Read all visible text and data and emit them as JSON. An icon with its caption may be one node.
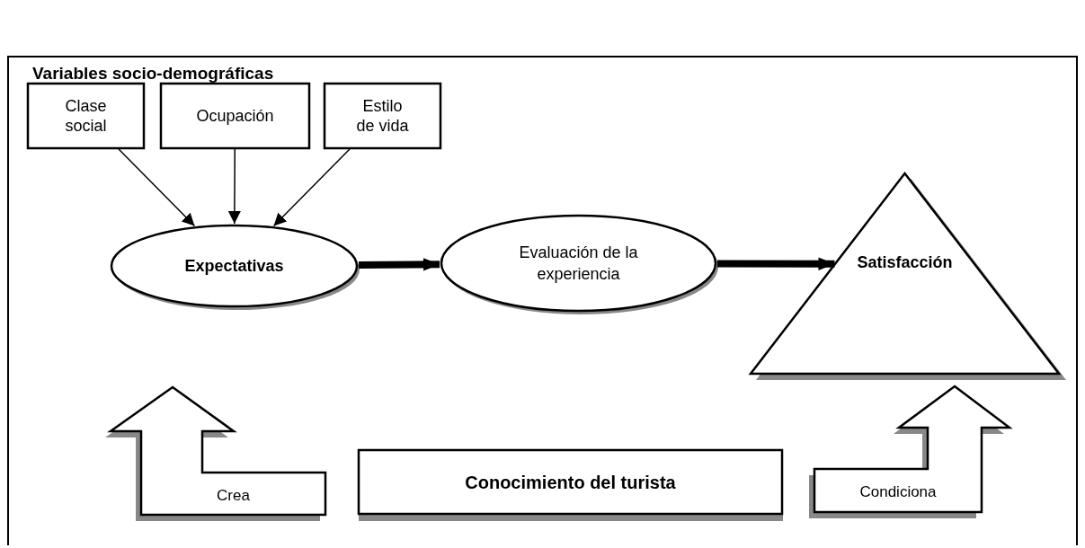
{
  "diagram": {
    "nodes": [
      {
        "text": [
          "Clase social"
        ]
      },
      {
        "text": [
          "Ocupación"
        ]
      },
      {
        "text": [
          "Estilo de vida"
        ]
      },
      {
        "text": [
          "Expectativas"
        ]
      },
      {
        "text": [
          "Evaluación de la experiencia"
        ]
      },
      {
        "text": [
          "Satisfacción"
        ]
      },
      {
        "text": [
          "Crea"
        ]
      },
      {
        "text": [
          "Conocimiento del turista"
        ]
      },
      {
        "text": [
          "Condiciona"
        ]
      }
    ],
    "edges": [
      {
        "from": 0,
        "to": 3,
        "arrow": "to"
      },
      {
        "from": 1,
        "to": 3,
        "arrow": "to"
      },
      {
        "from": 2,
        "to": 3,
        "arrow": "to"
      },
      {
        "from": 3,
        "to": 4,
        "arrow": "to",
        "style": "thick"
      },
      {
        "from": 4,
        "to": 5,
        "arrow": "to",
        "style": "thick"
      }
    ],
    "labels": [
      "Variables socio-demográficas"
    ]
  }
}
